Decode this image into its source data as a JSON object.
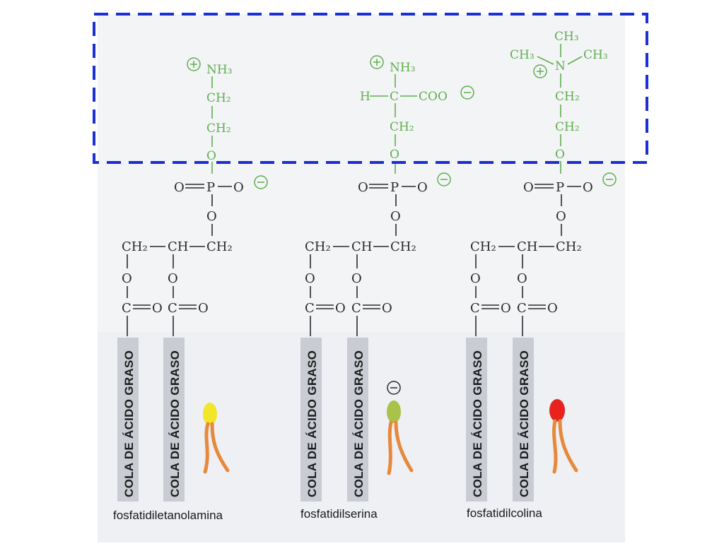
{
  "labels": {
    "nh3": "NH₃",
    "ch2": "CH₂",
    "ch3": "CH₃",
    "n": "N",
    "o": "O",
    "p": "P",
    "h": "H",
    "c": "C",
    "coo": "COO",
    "ch": "CH",
    "plus": "+",
    "minus": "−"
  },
  "tail_label": "COLA DE ÁCIDO GRASO",
  "molecules": [
    {
      "name": "fosfatidiletanolamina",
      "head_color": "#f2e62a"
    },
    {
      "name": "fosfatidilserina",
      "head_color": "#a9c24a"
    },
    {
      "name": "fosfatidilcolina",
      "head_color": "#e8231d"
    }
  ],
  "colors": {
    "highlight_box": "#1a2fd6",
    "head_group_text": "#5fae4f",
    "tail_band": "#c9ccd3",
    "lipid_tail": "#e7893c"
  }
}
